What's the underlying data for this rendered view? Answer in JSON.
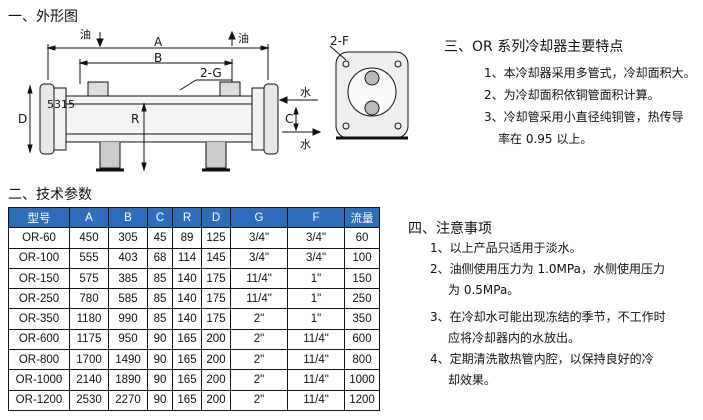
{
  "section1_title": "一、外形图",
  "section2_title": "二、技术参数",
  "section3_title": "三、OR 系列冷却器主要特点",
  "section4_title": "四、注意事项",
  "drawing": {
    "oil_in": "油",
    "oil_out": "油",
    "dim_A": "A",
    "dim_B": "B",
    "dim_2G": "2-G",
    "dim_2F": "2-F",
    "dim_D": "D",
    "dim_R": "R",
    "dim_C": "C",
    "water_in": "水",
    "water_out": "水",
    "partial_number": "5315"
  },
  "features": [
    "1、本冷却器采用多管式，冷却面积大。",
    "2、为冷却面积依铜管面积计算。",
    "3、冷却管采用小直径纯铜管，热传导",
    "率在 0.95 以上。"
  ],
  "notes": [
    "1、以上产品只适用于淡水。",
    "2、油侧使用压力为 1.0MPa，水侧使用压力",
    "为 0.5MPa。",
    "3、在冷却水可能出现冻结的季节，不工作时",
    "应将冷却器内的水放出。",
    "4、定期清洗散热管内腔，以保持良好的冷",
    "却效果。"
  ],
  "table": {
    "headers": [
      "型号",
      "A",
      "B",
      "C",
      "R",
      "D",
      "G",
      "F",
      "流量"
    ],
    "rows": [
      [
        "OR-60",
        "450",
        "305",
        "45",
        "89",
        "125",
        "3/4\"",
        "3/4\"",
        "60"
      ],
      [
        "OR-100",
        "555",
        "403",
        "68",
        "114",
        "145",
        "3/4\"",
        "3/4\"",
        "100"
      ],
      [
        "OR-150",
        "575",
        "385",
        "85",
        "140",
        "175",
        "11/4\"",
        "1\"",
        "150"
      ],
      [
        "OR-250",
        "780",
        "585",
        "85",
        "140",
        "175",
        "11/4\"",
        "1\"",
        "250"
      ],
      [
        "OR-350",
        "1180",
        "990",
        "85",
        "140",
        "175",
        "2\"",
        "1\"",
        "350"
      ],
      [
        "OR-600",
        "1175",
        "950",
        "90",
        "165",
        "200",
        "2\"",
        "11/4\"",
        "600"
      ],
      [
        "OR-800",
        "1700",
        "1490",
        "90",
        "165",
        "200",
        "2\"",
        "11/4\"",
        "800"
      ],
      [
        "OR-1000",
        "2140",
        "1890",
        "90",
        "165",
        "200",
        "2\"",
        "11/4\"",
        "1000"
      ],
      [
        "OR-1200",
        "2530",
        "2270",
        "90",
        "165",
        "200",
        "2\"",
        "11/4\"",
        "1200"
      ]
    ]
  }
}
